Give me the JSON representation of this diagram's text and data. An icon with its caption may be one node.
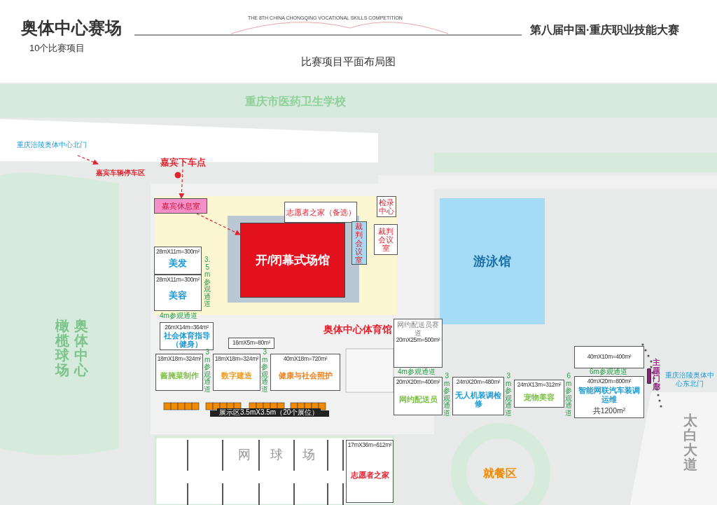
{
  "diagram": {
    "title": "奥体中心赛场",
    "nodes": [
      {
        "text": [
          "重庆涪陵奥体中心北门"
        ]
      },
      {
        "text": [
          "嘉宾车辆停车区"
        ]
      },
      {
        "text": [
          "嘉宾下车点"
        ]
      },
      {
        "text": [
          "嘉宾休息室"
        ]
      },
      {
        "text": [
          "开/闭幕式场馆"
        ]
      },
      {
        "text": [
          "28mX11m=300m²",
          "美发"
        ]
      },
      {
        "text": [
          "28mX11m=300m²",
          "美容"
        ]
      },
      {
        "text": [
          "志愿者之家（备选）"
        ]
      },
      {
        "text": [
          "检录中心"
        ]
      },
      {
        "text": [
          "裁判会议室"
        ]
      },
      {
        "text": [
          "裁判会议室"
        ]
      },
      {
        "text": [
          "游泳馆"
        ]
      },
      {
        "text": [
          "26mX14m=364m²",
          "社会体育指导（健身）"
        ]
      },
      {
        "text": [
          "16mX5m=80m²"
        ]
      },
      {
        "text": [
          "18mX18m=324m²",
          "酱腌菜制作"
        ]
      },
      {
        "text": [
          "18mX18m=324m²",
          "数字建造"
        ]
      },
      {
        "text": [
          "40mX18m=720m²",
          "健康与社会照护"
        ]
      },
      {
        "text": [
          "网约配送员赛道",
          "20mX25m=500m²"
        ]
      },
      {
        "text": [
          "20mX20m=400m²",
          "网约配送员"
        ]
      },
      {
        "text": [
          "24mX20m=480m²",
          "无人机装调检修"
        ]
      },
      {
        "text": [
          "24mX13m=312m²",
          "宠物美容"
        ]
      },
      {
        "text": [
          "40mX10m=400m²"
        ]
      },
      {
        "text": [
          "40mX20m=800m²",
          "智能网联汽车装调运维",
          "共1200m²"
        ]
      },
      {
        "text": [],
        "shape": "bar",
        "beside": [
          "主题门廊"
        ]
      },
      {
        "text": [
          "17mX36m=612m²",
          "志愿者之家"
        ]
      }
    ],
    "edges": [
      {
        "from": 0,
        "to": 1,
        "arrow": "to",
        "style": "dashed"
      },
      {
        "from": 2,
        "to": 3,
        "arrow": "to",
        "style": "dashed"
      },
      {
        "from": 3,
        "to": 4,
        "arrow": "to",
        "style": "dashed"
      }
    ],
    "labels": [
      "10个比赛项目",
      "THE 8TH CHINA CHONGQING VOCATIONAL SKILLS COMPETITION",
      "第八届中国·重庆职业技能大赛",
      "比赛项目平面布局图",
      "重庆市医药卫生学校",
      "橄榄球场",
      "奥体中心",
      "奥体中心体育馆",
      "3.5m参观通道",
      "4m参观通道",
      "3m参观通道",
      "3m参观通道",
      "展示区3.5mX3.5m（20个展位）",
      "4m参观通道",
      "3m参观通道",
      "3m参观通道",
      "6m参观通道",
      "6m参观通道",
      "重庆涪陵奥体中心东北门",
      "网球场",
      "就餐区",
      "太白大道"
    ]
  }
}
